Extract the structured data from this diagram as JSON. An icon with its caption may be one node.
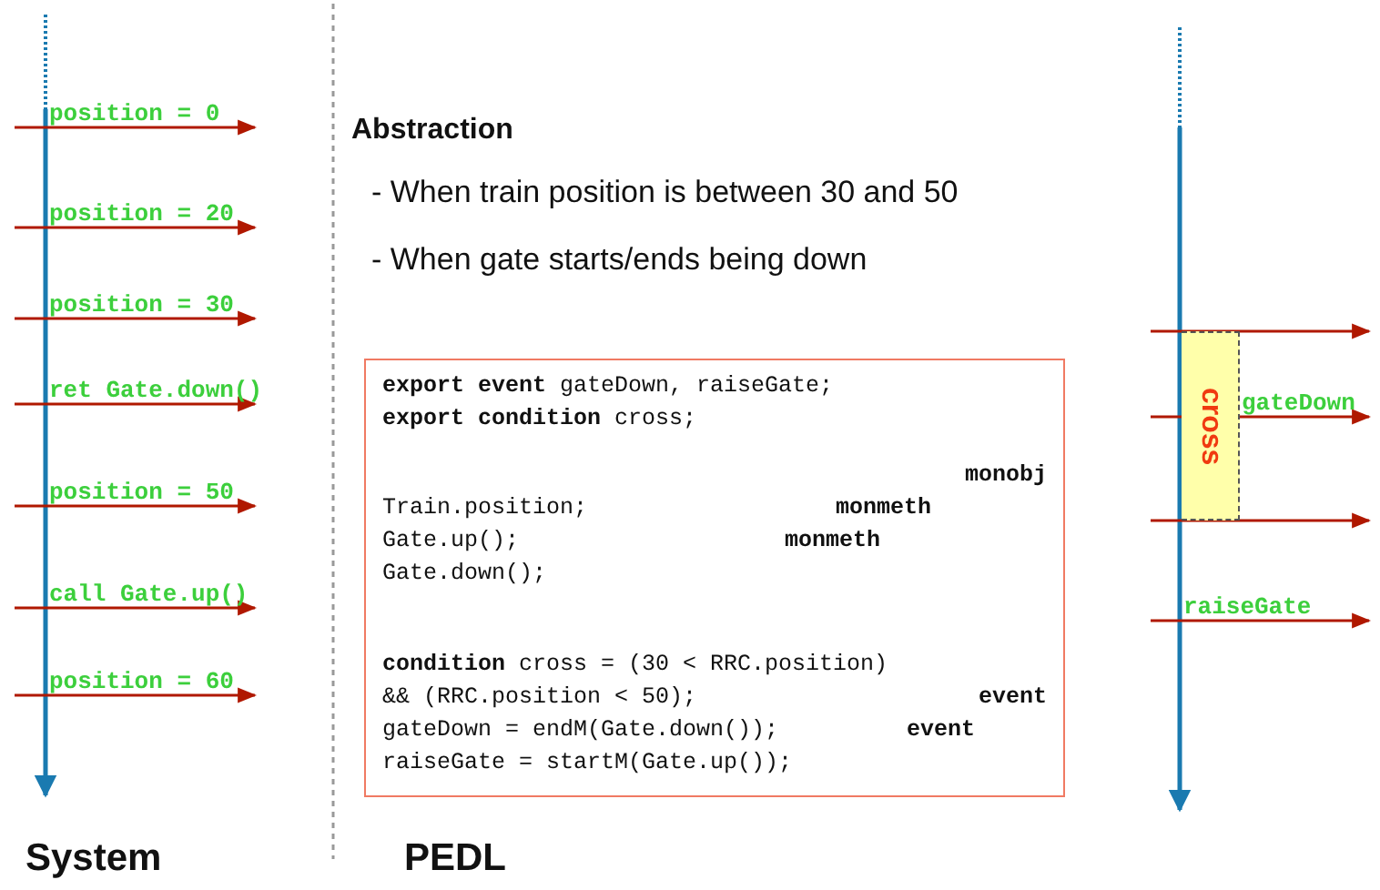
{
  "diagram": {
    "nodes": [
      {
        "text": [
          "**export event** gateDown, raiseGate;",
          "**export condition** cross;",
          "monobj",
          "Train.position;",
          "monmeth",
          "Gate.up();",
          "monmeth",
          "Gate.down();",
          "**condition** cross = (30 < RRC.position)",
          "&& (RRC.position < 50);",
          "event",
          "gateDown = endM(Gate.down());",
          "event",
          "raiseGate = startM(Gate.up());"
        ]
      },
      {
        "text": [
          "cross"
        ]
      }
    ],
    "labels": [
      "position = 0",
      "position = 20",
      "position = 30",
      "ret Gate.down()",
      "position = 50",
      "call Gate.up()",
      "position = 60",
      "System",
      "Abstraction",
      "- When train position is between 30 and 50",
      "- When gate starts/ends being down",
      "PEDL",
      "gateDown",
      "raiseGate"
    ]
  }
}
